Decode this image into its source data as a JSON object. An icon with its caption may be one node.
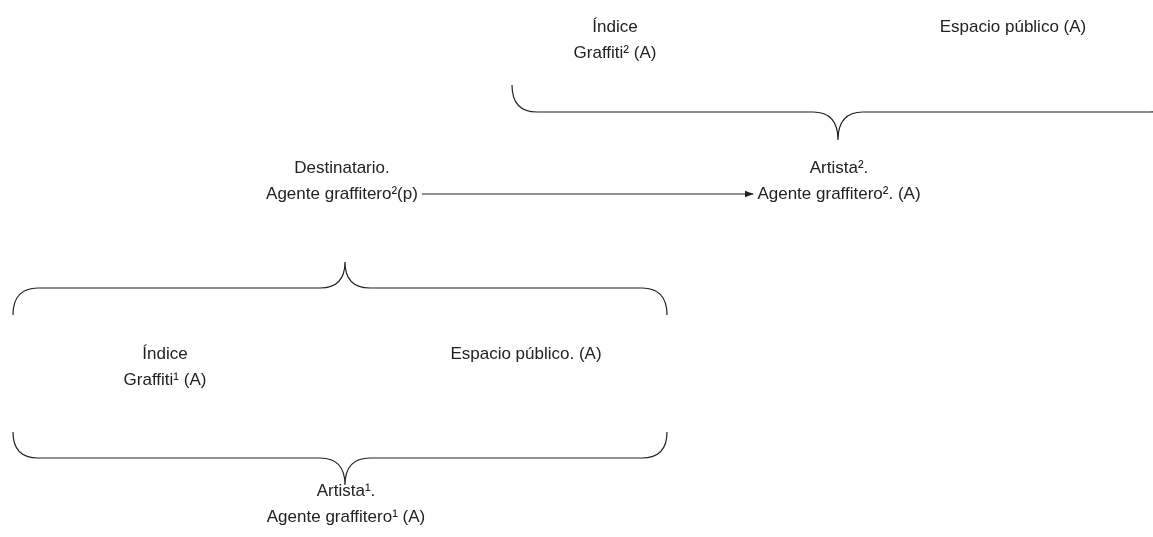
{
  "diagram": {
    "nodes": [
      {
        "text": [
          "Índice Graffiti² (A)"
        ]
      },
      {
        "text": [
          "Espacio público (A)"
        ]
      },
      {
        "text": [
          "Destinatario. Agente graffitero²(p)"
        ]
      },
      {
        "text": [
          "Artista². Agente graffitero². (A)"
        ]
      },
      {
        "text": [
          "Índice Graffiti¹ (A)"
        ]
      },
      {
        "text": [
          "Espacio público. (A)"
        ]
      },
      {
        "text": [
          "Artista¹. Agente graffitero¹ (A)"
        ]
      }
    ],
    "edges": [
      {
        "from": 2,
        "to": 3,
        "arrow": "to"
      }
    ]
  }
}
